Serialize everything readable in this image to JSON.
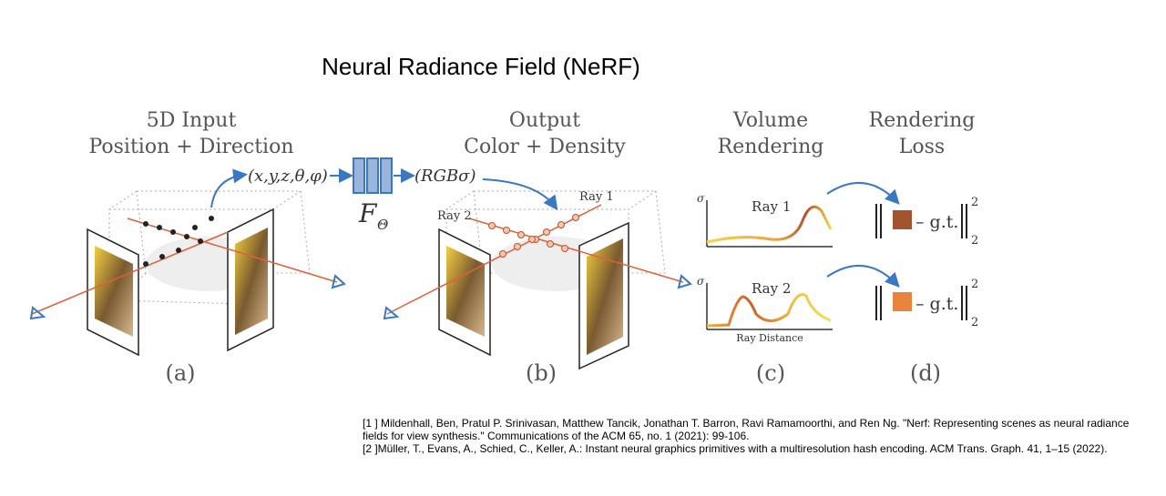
{
  "title": "Neural Radiance Field (NeRF)",
  "panels": {
    "a": {
      "header1": "5D Input",
      "header2": "Position + Direction",
      "label": "(a)"
    },
    "b": {
      "header1": "Output",
      "header2": "Color + Density",
      "label": "(b)",
      "ray1": "Ray 1",
      "ray2": "Ray 2"
    },
    "c": {
      "header1": "Volume",
      "header2": "Rendering",
      "label": "(c)",
      "ray1": "Ray 1",
      "ray2": "Ray 2",
      "axis_y": "σ",
      "axis_x": "Ray Distance"
    },
    "d": {
      "header1": "Rendering",
      "header2": "Loss",
      "label": "(d)",
      "gt": "– g.t.",
      "sup": "2",
      "sub": "2"
    }
  },
  "network": {
    "input": "(x,y,z,θ,φ)",
    "function": "F",
    "function_sub": "Θ",
    "output": "(RGBσ)"
  },
  "colors": {
    "arrow": "#3a78c2",
    "ray": "#e0603a",
    "loss1": "#a0552e",
    "loss2": "#e8843c"
  },
  "references": [
    "[1 ] Mildenhall, Ben, Pratul P. Srinivasan, Matthew Tancik, Jonathan T. Barron, Ravi Ramamoorthi, and Ren Ng. \"Nerf: Representing scenes as neural radiance fields for view synthesis.\" Communications of the ACM 65, no. 1 (2021): 99-106.",
    "[2 ]Müller, T., Evans, A., Schied, C., Keller, A.: Instant neural graphics primitives with a multiresolution hash encoding. ACM Trans. Graph. 41, 1–15 (2022)."
  ]
}
